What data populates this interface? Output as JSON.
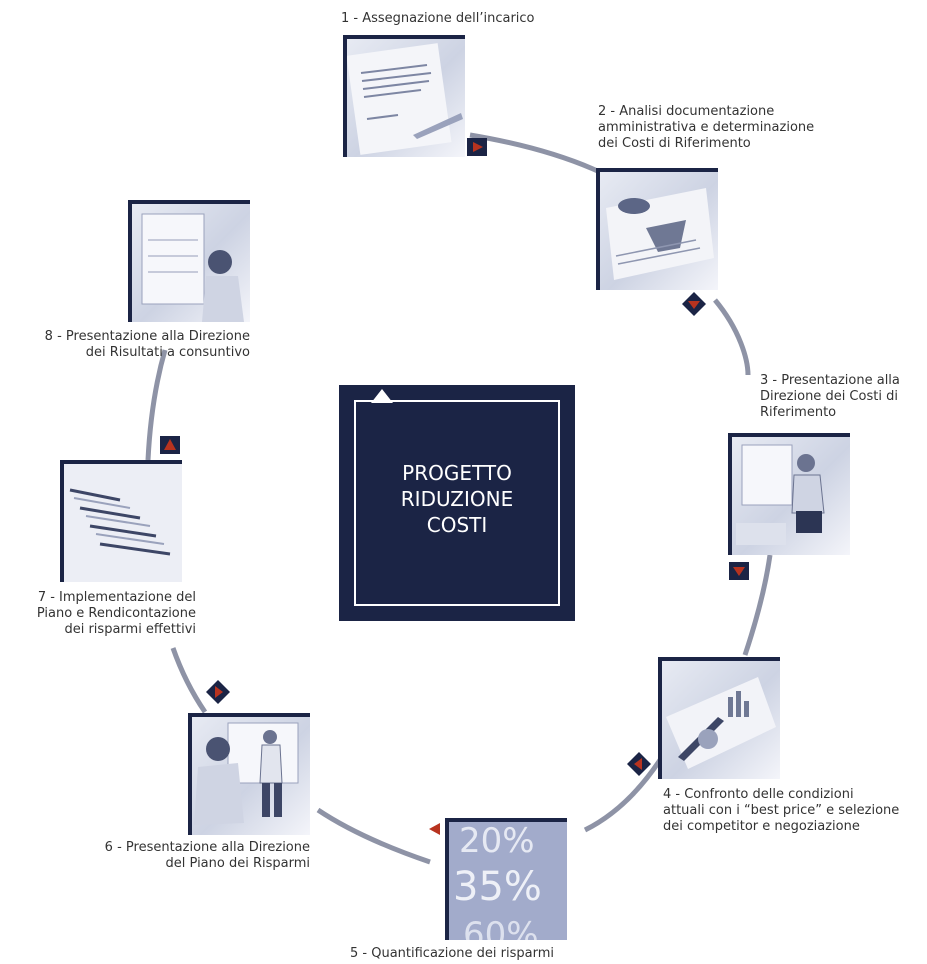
{
  "center": {
    "line1": "PROGETTO",
    "line2": "RIDUZIONE",
    "line3": "COSTI"
  },
  "steps": [
    {
      "lines": [
        "1 - Assegnazione dell’incarico"
      ]
    },
    {
      "lines": [
        "2 - Analisi documentazione",
        "amministrativa e determinazione",
        "dei Costi di Riferimento"
      ]
    },
    {
      "lines": [
        "3 - Presentazione alla",
        "Direzione dei Costi di",
        "Riferimento"
      ]
    },
    {
      "lines": [
        "4 - Confronto delle condizioni",
        "attuali con i “best price” e selezione",
        "dei competitor e negoziazione"
      ]
    },
    {
      "lines": [
        "5 - Quantificazione dei risparmi"
      ]
    },
    {
      "lines": [
        "6 - Presentazione alla Direzione",
        "del Piano dei Risparmi"
      ]
    },
    {
      "lines": [
        "7 - Implementazione del",
        "Piano e Rendicontazione",
        "dei risparmi effettivi"
      ]
    },
    {
      "lines": [
        "8 - Presentazione alla Direzione",
        "dei Risultati a consuntivo"
      ]
    }
  ],
  "percent_image": {
    "values": [
      "20%",
      "35%",
      "60%"
    ]
  },
  "colors": {
    "navy": "#1b2445",
    "ring": "#8e93a6",
    "arrow_red": "#b8331f"
  }
}
